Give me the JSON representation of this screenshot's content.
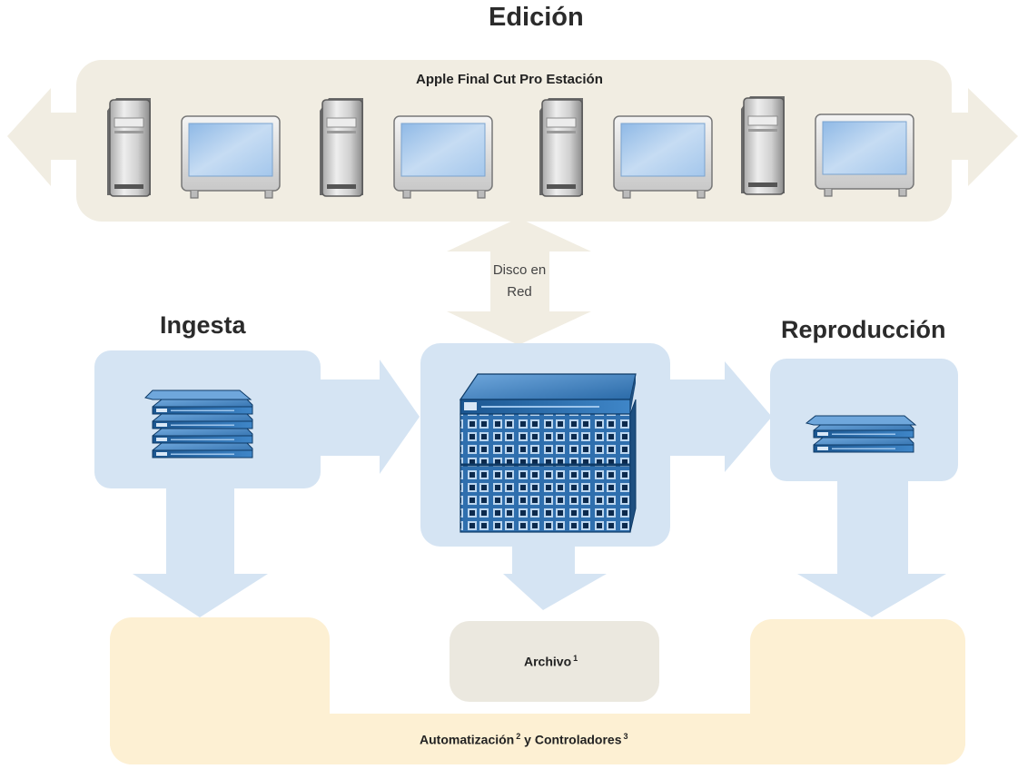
{
  "sections": {
    "edicion": "Edición",
    "ingesta": "Ingesta",
    "reproduccion": "Reproducción"
  },
  "edit_bay": {
    "label": "Apple Final Cut Pro Estación",
    "workstations": 4
  },
  "network_disk": {
    "line1": "Disco en",
    "line2": "Red"
  },
  "archive": {
    "label": "Archivo",
    "note": "1"
  },
  "automation": {
    "part1": "Automatización",
    "note1": "2",
    "conj": "y",
    "part2": "Controladores",
    "note2": "3"
  },
  "colors": {
    "beige": "#f1ede2",
    "light_blue": "#d5e4f3",
    "cream": "#fdf0d3",
    "archive_gray": "#ebe8df"
  }
}
